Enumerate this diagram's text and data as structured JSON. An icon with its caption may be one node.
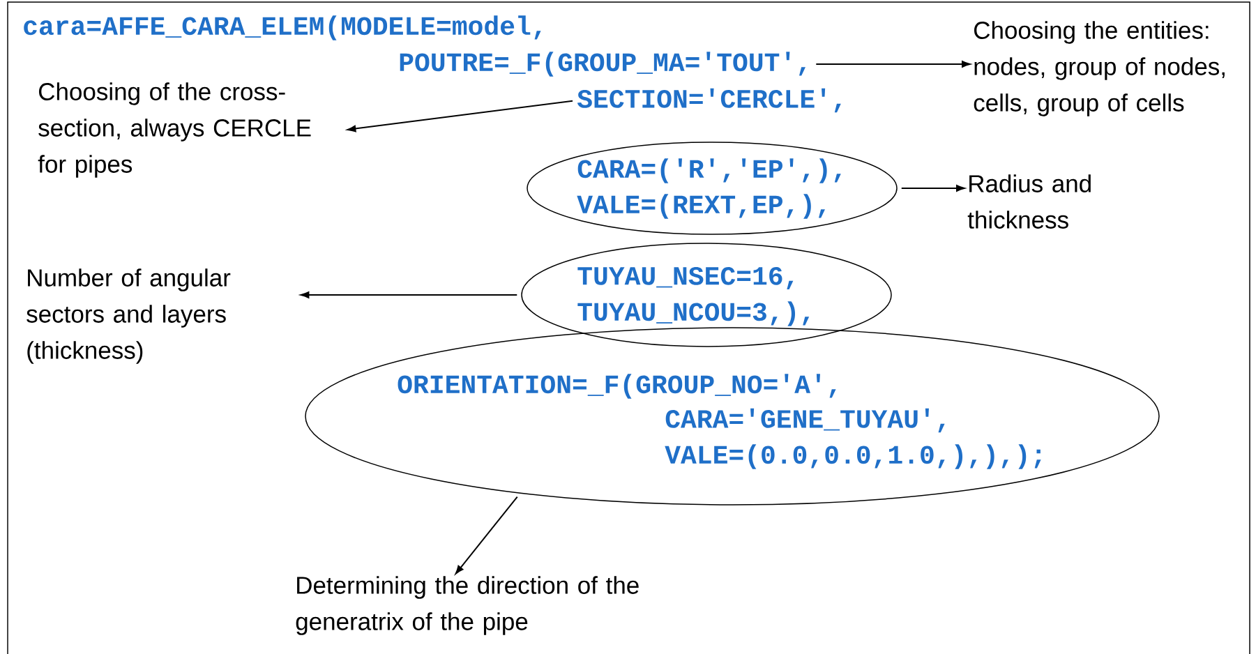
{
  "diagram": {
    "nodes": [
      {
        "text": [
          "POUTRE=_F(GROUP_MA='TOUT',"
        ]
      },
      {
        "text": [
          "Choosing the entities: nodes, group of nodes, cells, group of cells"
        ]
      },
      {
        "text": [
          "SECTION='CERCLE',"
        ]
      },
      {
        "text": [
          "Choosing of the cross-section, always CERCLE for pipes"
        ]
      },
      {
        "text": [
          "CARA=('R','EP',),",
          "VALE=(REXT,EP,),"
        ]
      },
      {
        "text": [
          "Radius and thickness"
        ]
      },
      {
        "text": [
          "TUYAU_NSEC=16,",
          "TUYAU_NCOU=3,),"
        ]
      },
      {
        "text": [
          "Number of angular sectors and layers (thickness)"
        ]
      },
      {
        "text": [
          "ORIENTATION=_F(GROUP_NO='A',",
          "CARA='GENE_TUYAU',",
          "VALE=(0.0,0.0,1.0,),),);"
        ]
      },
      {
        "text": [
          "Determining the direction of the generatrix of the pipe"
        ]
      }
    ],
    "edges": [
      {
        "from": 0,
        "to": 1,
        "arrow": "to"
      },
      {
        "from": 2,
        "to": 3,
        "arrow": "to"
      },
      {
        "from": 4,
        "to": 5,
        "arrow": "to"
      },
      {
        "from": 6,
        "to": 7,
        "arrow": "to"
      },
      {
        "from": 8,
        "to": 9,
        "arrow": "to"
      }
    ],
    "labels": [
      "cara=AFFE_CARA_ELEM(MODELE=model,"
    ]
  }
}
